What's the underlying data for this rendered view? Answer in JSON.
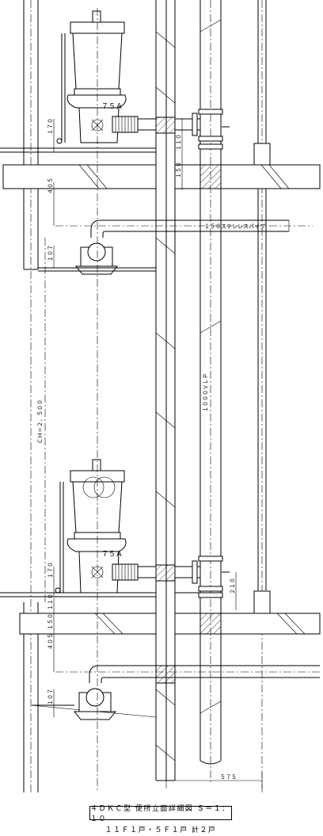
{
  "drawing": {
    "title": "４ＤＫＣ型 便所立面詳細図 Ｓ＝１：１０",
    "subtitle": "１１Ｆ１戸・５Ｆ１戸 計２戸"
  },
  "labels": {
    "upper_fitting": "７５Ａ",
    "lower_fitting": "７５Ａ",
    "horizontal_pipe": "１５０ステンレスパイプ",
    "vertical_pipe": "１０００ＶＬＰ",
    "ceiling_height": "ＣＨ＝２，５００"
  },
  "dimensions": {
    "d170_upper": "１７０",
    "d150_upper": "１５０",
    "d110_upper": "１１０",
    "d405_upper": "４０５",
    "d107_upper": "１０７",
    "d170_lower": "１７０",
    "d110_lower": "１１０",
    "d150_lower": "１５０",
    "d405_lower": "４０５",
    "d107_lower": "１０７",
    "d210": "２１０",
    "d575": "５７５"
  }
}
